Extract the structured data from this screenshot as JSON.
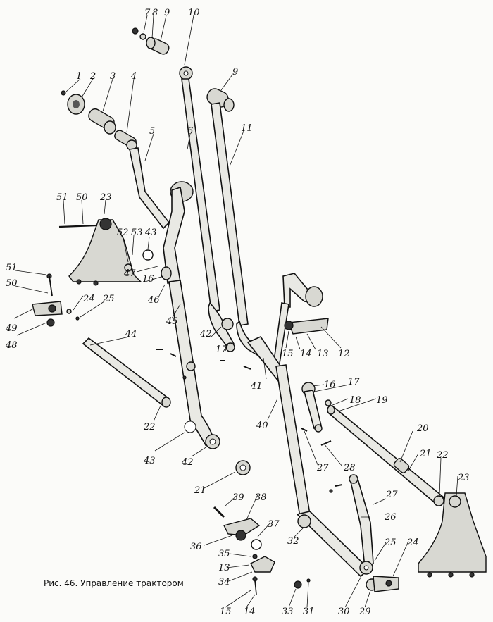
{
  "caption": "Рис. 46. Управление трактором",
  "labels": [
    "7",
    "8",
    "9",
    "10",
    "1",
    "2",
    "3",
    "4",
    "9",
    "6",
    "5",
    "11",
    "51",
    "50",
    "23",
    "52",
    "53",
    "43",
    "51",
    "50",
    "47",
    "16",
    "46",
    "24",
    "25",
    "49",
    "48",
    "45",
    "42",
    "17",
    "15",
    "14",
    "13",
    "12",
    "44",
    "41",
    "16",
    "17",
    "18",
    "19",
    "40",
    "22",
    "43",
    "42",
    "27",
    "28",
    "20",
    "21",
    "22",
    "23",
    "21",
    "39",
    "38",
    "37",
    "35",
    "36",
    "13",
    "34",
    "15",
    "14",
    "33",
    "31",
    "32",
    "30",
    "29",
    "27",
    "26",
    "25",
    "24"
  ]
}
